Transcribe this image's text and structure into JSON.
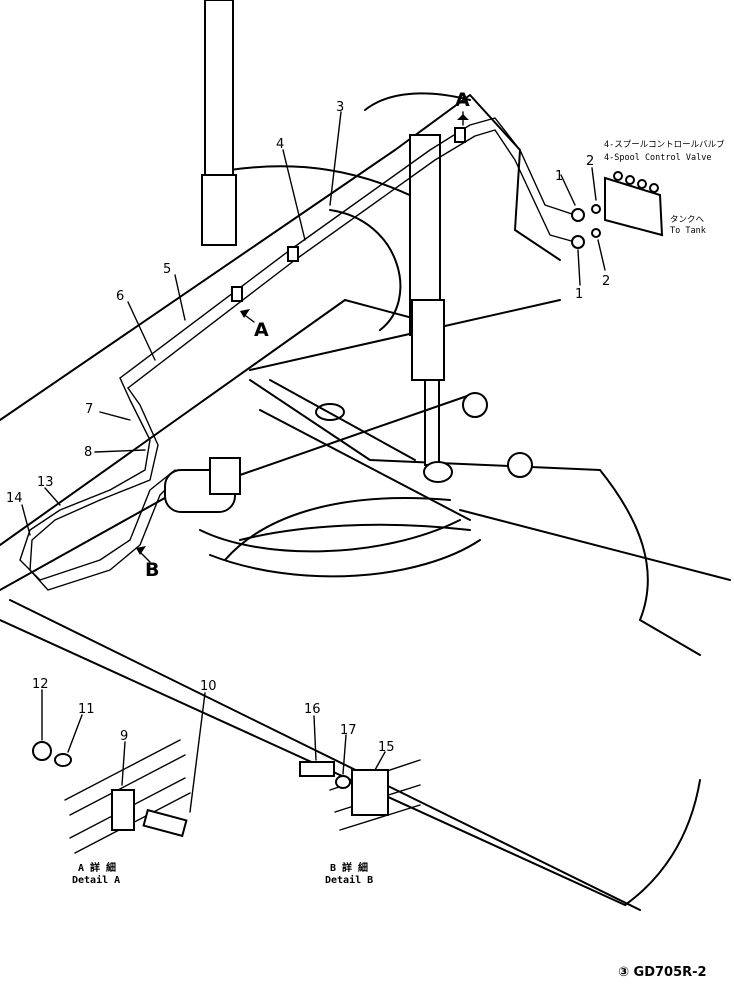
{
  "callouts": [
    "1",
    "1",
    "2",
    "2",
    "3",
    "4",
    "5",
    "6",
    "7",
    "8",
    "9",
    "10",
    "11",
    "12",
    "13",
    "14",
    "15",
    "16",
    "17"
  ],
  "views": {
    "a": "A",
    "b": "B"
  },
  "valve": {
    "jp": "4-スプールコントロールバルブ",
    "en": "4-Spool Control Valve"
  },
  "tank": {
    "jp": "タンクへ",
    "en": "To Tank"
  },
  "detail_a": {
    "jp": "A 詳 細",
    "en": "Detail A"
  },
  "detail_b": {
    "jp": "B 詳 細",
    "en": "Detail B"
  },
  "drawing_code": "③ GD705R-2"
}
